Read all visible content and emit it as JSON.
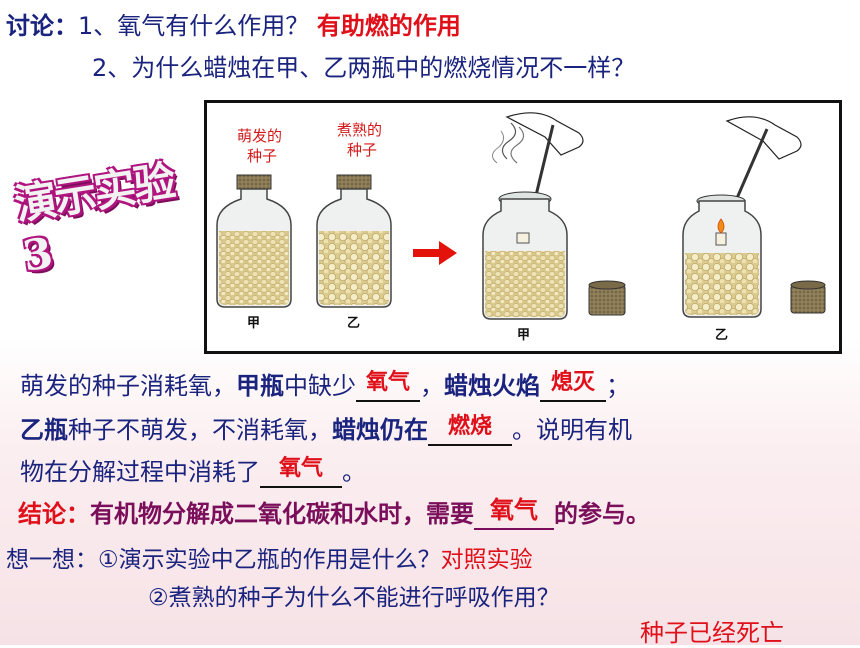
{
  "discussion": {
    "label": "讨论：",
    "q1": "1、氧气有什么作用？",
    "a1": "有助燃的作用",
    "q2": "2、为什么蜡烛在甲、乙两瓶中的燃烧情况不一样？"
  },
  "demo": {
    "label": "演示实验3",
    "sprouted_caption_1": "萌发的",
    "sprouted_caption_2": "种子",
    "cooked_caption_1": "煮熟的",
    "cooked_caption_2": "种子",
    "jar_a": "甲",
    "jar_b": "乙",
    "jar_a2": "甲",
    "jar_b2": "乙"
  },
  "explanation": {
    "s1": "萌发的种子消耗氧，",
    "s1b": "甲瓶",
    "s1c": "中缺少",
    "blank1": "氧气",
    "s1d": "，",
    "s1e": "蜡烛火焰",
    "blank2": "熄灭",
    "s1f": "；",
    "s2a": "乙瓶",
    "s2b": "种子不萌发，不消耗氧，",
    "s2c": "蜡烛仍在",
    "blank3": "燃烧",
    "s2d": "。说明有机",
    "s3a": "物在分解过程中消耗了",
    "blank4": "氧气",
    "s3b": "。"
  },
  "conclusion": {
    "label": "结论：",
    "text": "有机物分解成二氧化碳和水时，需要",
    "blank": "氧气",
    "end": "的参与。"
  },
  "think": {
    "label": "想一想：",
    "q1": "①演示实验中乙瓶的作用是什么？",
    "a1": "对照实验",
    "q2": "②煮熟的种子为什么不能进行呼吸作用？",
    "a2": "种子已经死亡"
  }
}
